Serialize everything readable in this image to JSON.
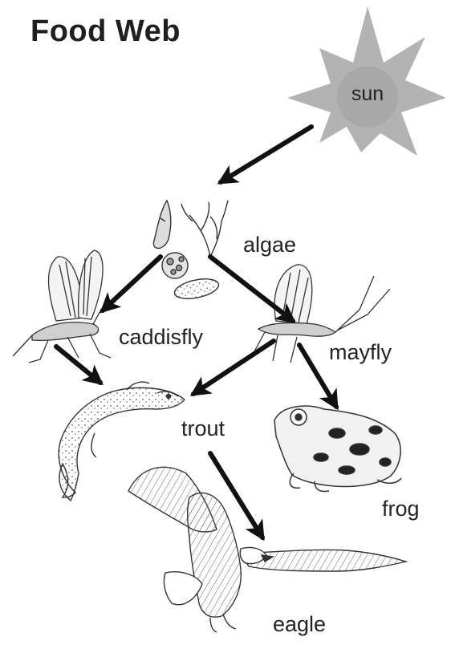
{
  "title": "Food Web",
  "organisms": {
    "sun": "sun",
    "algae": "algae",
    "caddisfly": "caddisfly",
    "mayfly": "mayfly",
    "trout": "trout",
    "frog": "frog",
    "eagle": "eagle"
  },
  "colors": {
    "sun_fill": "#b3b3b3",
    "sun_core": "#a6a6a6",
    "arrow": "#111111",
    "ink": "#333333"
  },
  "links": [
    {
      "from": "sun",
      "to": "algae"
    },
    {
      "from": "algae",
      "to": "caddisfly"
    },
    {
      "from": "algae",
      "to": "mayfly"
    },
    {
      "from": "caddisfly",
      "to": "trout"
    },
    {
      "from": "mayfly",
      "to": "trout"
    },
    {
      "from": "mayfly",
      "to": "frog"
    },
    {
      "from": "trout",
      "to": "eagle"
    }
  ]
}
